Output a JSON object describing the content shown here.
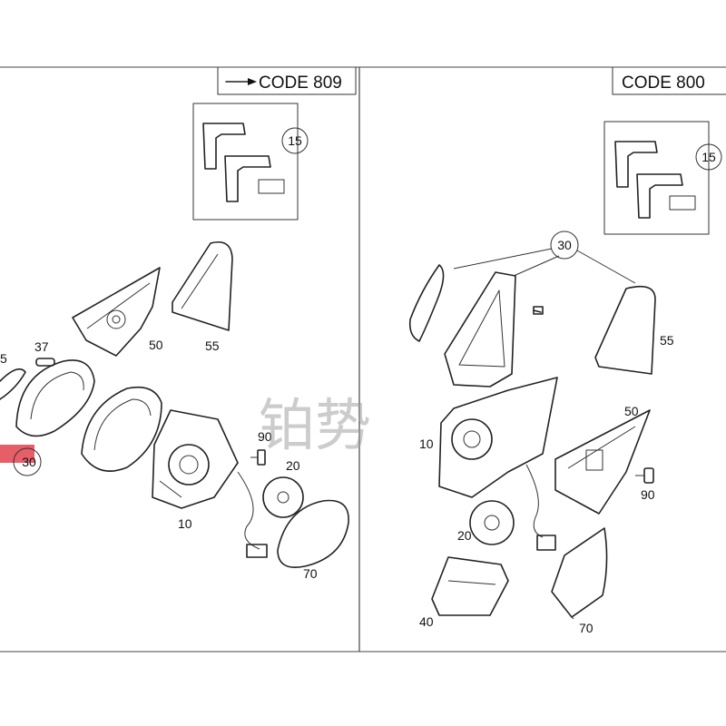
{
  "codes": {
    "left": "CODE 809",
    "right": "CODE 800"
  },
  "watermark": "铂势",
  "left_panel": {
    "inset_callout": "15",
    "labels": {
      "p5": "5",
      "p37": "37",
      "p50": "50",
      "p55": "55",
      "p90": "90",
      "p20": "20",
      "p10": "10",
      "p70": "70",
      "p30": "30"
    }
  },
  "right_panel": {
    "inset_callout": "15",
    "labels": {
      "p30": "30",
      "p55": "55",
      "p50": "50",
      "p90": "90",
      "p10": "10",
      "p20": "20",
      "p40": "40",
      "p70": "70"
    }
  },
  "colors": {
    "highlight": "#e0424d",
    "line": "#222222"
  }
}
